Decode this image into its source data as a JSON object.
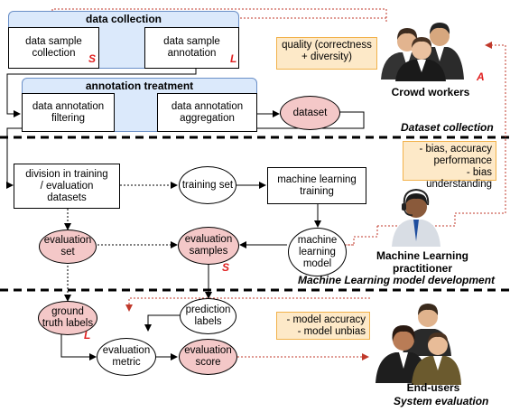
{
  "groups": {
    "collection": "data collection",
    "treatment": "annotation treatment"
  },
  "nodes": {
    "sample_collection": "data sample\ncollection",
    "sample_annotation": "data sample\nannotation",
    "annotation_filtering": "data annotation\nfiltering",
    "annotation_aggregation": "data annotation\naggregation",
    "dataset": "dataset",
    "division": "division in training\n/ evaluation\ndatasets",
    "training_set": "training set",
    "ml_training": "machine learning\ntraining",
    "ml_model": "machine\nlearning\nmodel",
    "evaluation_set": "evaluation\nset",
    "evaluation_samples": "evaluation\nsamples",
    "ground_truth": "ground\ntruth labels",
    "prediction_labels": "prediction\nlabels",
    "evaluation_metric": "evaluation\nmetric",
    "evaluation_score": "evaluation\nscore"
  },
  "tags": {
    "s1": "S",
    "l1": "L",
    "a": "A",
    "s2": "S",
    "l2": "L"
  },
  "notes": {
    "crowd": "quality (correctness\n+ diversity)",
    "practitioner": "- bias, accuracy\nperformance\n- bias understanding",
    "endusers": "- model accuracy\n- model unbias"
  },
  "actors": {
    "crowd": "Crowd workers",
    "practitioner": "Machine Learning\npractitioner",
    "endusers": "End-users"
  },
  "stages": {
    "collection": "Dataset collection",
    "development": "Machine Learning model development",
    "evaluation": "System evaluation"
  },
  "colors": {
    "group_fill": "#dbe9fb",
    "highlight_ellipse": "#f4c8c8",
    "note_fill": "#fde9c8",
    "feedback_arrow": "#c0392b"
  }
}
